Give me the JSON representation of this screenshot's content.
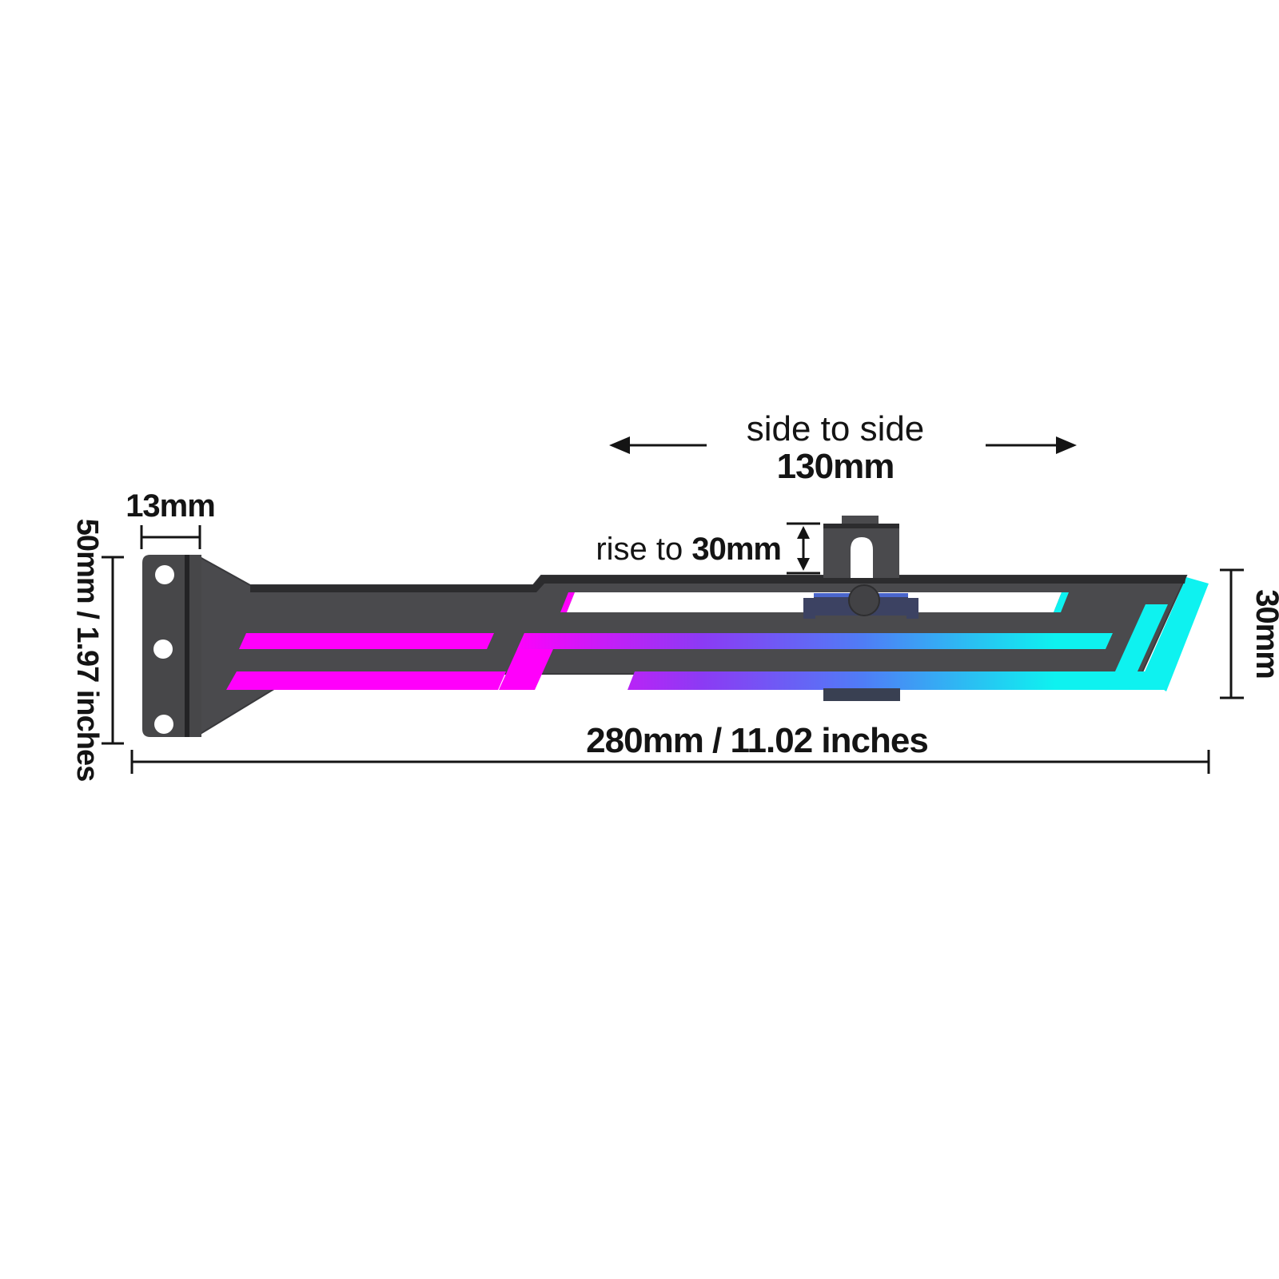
{
  "page": {
    "description": "Dimension diagram of an RGB GPU support bracket (anti-sag holder), side view with measurement callouts"
  },
  "colors": {
    "background": "#ffffff",
    "bracket_body": "#4a4a4d",
    "bracket_dark_edge": "#2c2c2e",
    "plate": "#474749",
    "plate_fold": "#232325",
    "hardware_navy": "#3c4262",
    "hardware_blue": "#4a66cc",
    "knob": "#424245",
    "knob_outline": "#2e2e30",
    "bottom_tab": "#394052",
    "rgb_magenta": "#ff00fb",
    "rgb_purple": "#8b3bf4",
    "rgb_blue": "#4f7df6",
    "rgb_cyan": "#0ef2f0",
    "dimension_ink": "#141414"
  },
  "annotations": {
    "plate_width": "13mm",
    "plate_height": "50mm / 1.97 inches",
    "side_to_side_label": "side to side",
    "side_to_side_value": "130mm",
    "rise_label": "rise to ",
    "rise_value": "30mm",
    "arm_height": "30mm",
    "total_length": "280mm / 11.02 inches"
  }
}
